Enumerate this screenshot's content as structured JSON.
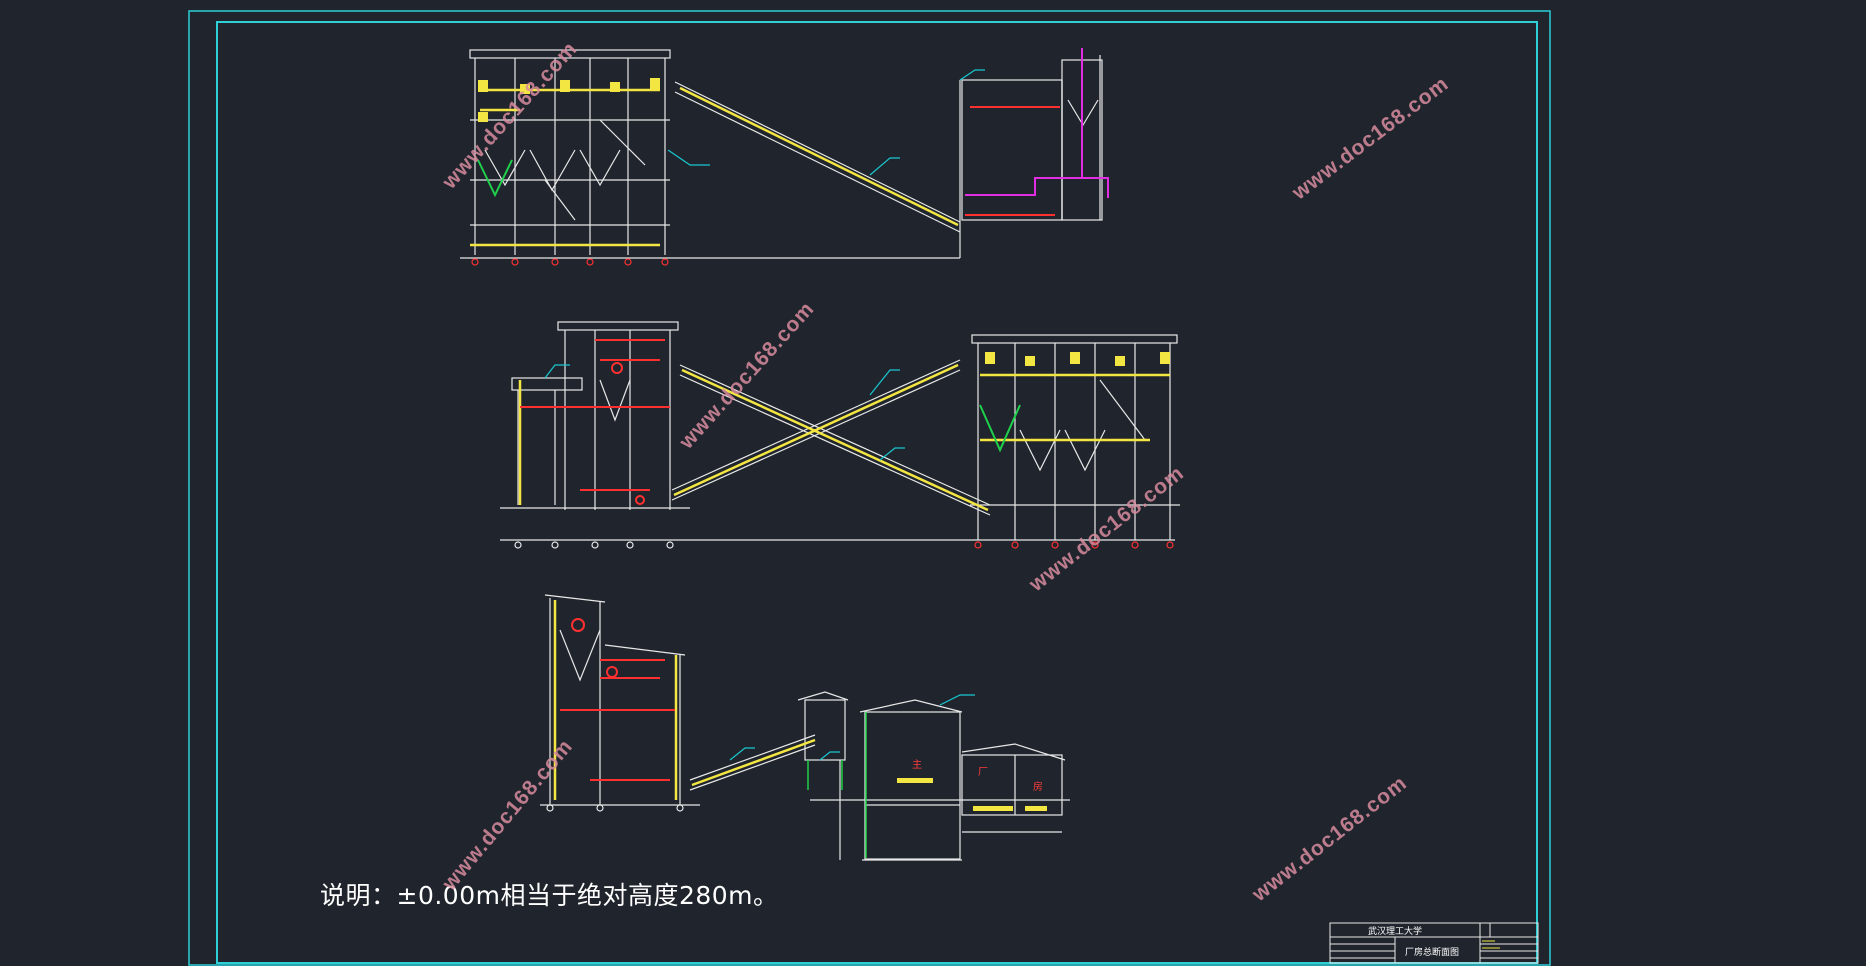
{
  "drawing": {
    "note": "说明：±0.00m相当于绝对高度280m。",
    "watermark": "www.doc168.com",
    "room_labels": [
      "主",
      "厂",
      "房"
    ],
    "title_block": {
      "institution": "武汉理工大学",
      "drawing_title": "厂房总断面图"
    }
  },
  "colors": {
    "background": "#20252d",
    "frame": "#2ecfd6",
    "structure": "#e8e8e8",
    "conveyor": "#f3e642",
    "equipment_red": "#ff3030",
    "hopper_green": "#1ed04a",
    "magenta": "#e22ee2",
    "leader_cyan": "#18c7d0",
    "watermark": "#d98c9e"
  }
}
